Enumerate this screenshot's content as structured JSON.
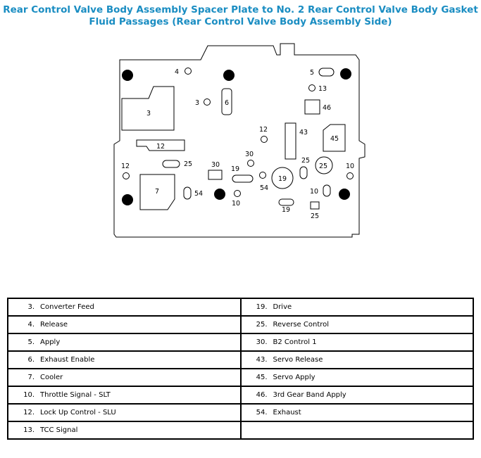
{
  "title": {
    "line1": "Rear Control Valve Body Assembly Spacer Plate to No. 2 Rear Control Valve Body Gasket",
    "line2": "Fluid Passages (Rear Control Valve Body Assembly Side)"
  },
  "diagram": {
    "labels": {
      "l4": "4",
      "l5": "5",
      "l13": "13",
      "l3a": "3",
      "l3b": "3",
      "l6": "6",
      "l46": "46",
      "l12a": "12",
      "l43": "43",
      "l45": "45",
      "l12b": "12",
      "l30a": "30",
      "l25a": "25",
      "l25b": "25",
      "l12c": "12",
      "l30b": "30",
      "l19a": "19",
      "l19b": "19",
      "l10a": "10",
      "l7": "7",
      "l54a": "54",
      "l54b": "54",
      "l10b": "10",
      "l10c": "10",
      "l19c": "19",
      "l25c": "25"
    }
  },
  "legend": {
    "rows": [
      [
        {
          "num": "3.",
          "label": "Converter Feed"
        },
        {
          "num": "19.",
          "label": "Drive"
        }
      ],
      [
        {
          "num": "4.",
          "label": "Release"
        },
        {
          "num": "25.",
          "label": "Reverse Control"
        }
      ],
      [
        {
          "num": "5.",
          "label": "Apply"
        },
        {
          "num": "30.",
          "label": "B2 Control 1"
        }
      ],
      [
        {
          "num": "6.",
          "label": "Exhaust Enable"
        },
        {
          "num": "43.",
          "label": "Servo Release"
        }
      ],
      [
        {
          "num": "7.",
          "label": "Cooler"
        },
        {
          "num": "45.",
          "label": "Servo Apply"
        }
      ],
      [
        {
          "num": "10.",
          "label": "Throttle Signal - SLT"
        },
        {
          "num": "46.",
          "label": "3rd Gear Band Apply"
        }
      ],
      [
        {
          "num": "12.",
          "label": "Lock Up Control - SLU"
        },
        {
          "num": "54.",
          "label": "Exhaust"
        }
      ],
      [
        {
          "num": "13.",
          "label": "TCC Signal"
        },
        {
          "num": "",
          "label": ""
        }
      ]
    ]
  }
}
